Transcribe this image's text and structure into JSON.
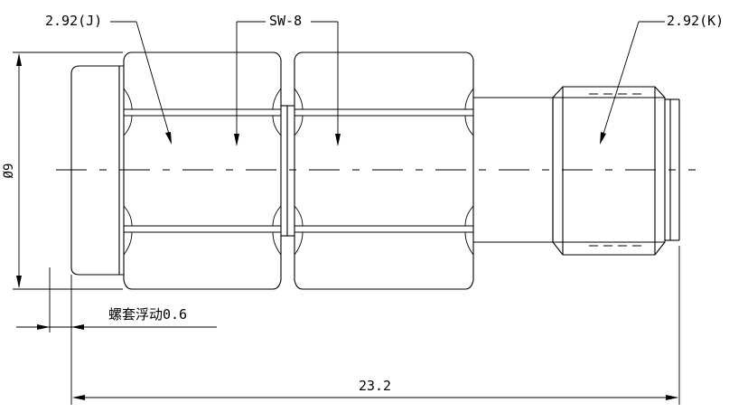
{
  "labels": {
    "left_connector": "2.92(J)",
    "wrench_size": "SW-8",
    "right_connector": "2.92(K)",
    "diameter": "Ø9",
    "float_note": "螺套浮动0.6",
    "overall_length": "23.2"
  }
}
